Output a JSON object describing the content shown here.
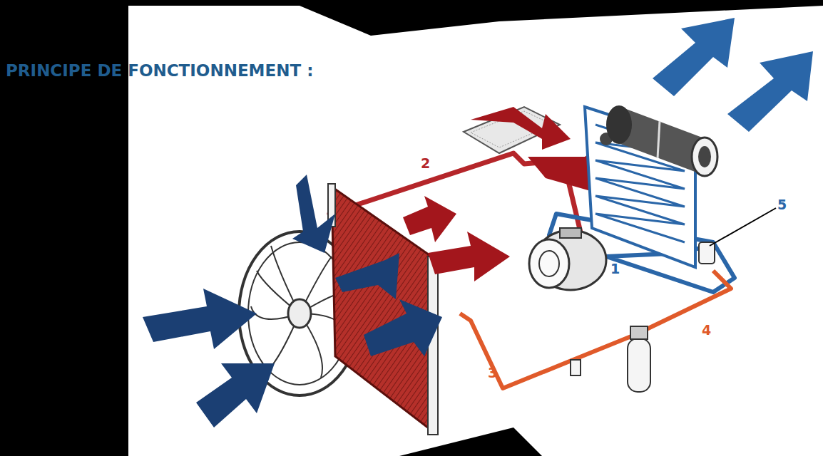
{
  "diagram": {
    "title": "PRINCIPE DE FONCTIONNEMENT :",
    "labels": [
      "2",
      "5",
      "1",
      "4",
      "3"
    ]
  }
}
